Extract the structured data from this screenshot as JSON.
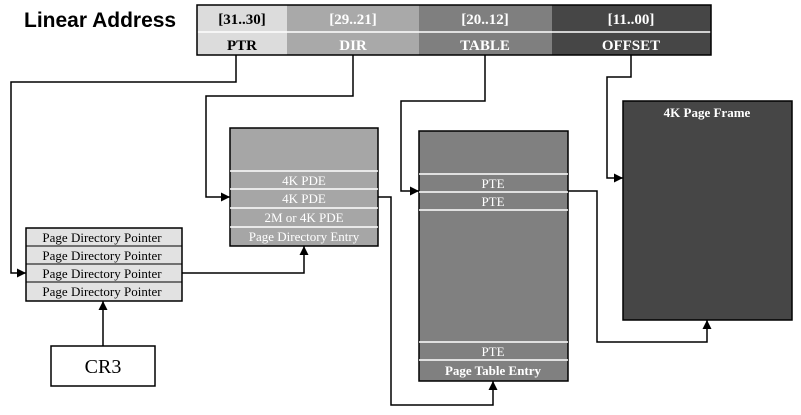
{
  "title": "Linear Address",
  "address_fields": [
    {
      "bits": "[31..30]",
      "name": "PTR",
      "fill": "#dcdcdc",
      "text_color": "#000000"
    },
    {
      "bits": "[29..21]",
      "name": "DIR",
      "fill": "#a9a9a9",
      "text_color": "#ffffff"
    },
    {
      "bits": "[20..12]",
      "name": "TABLE",
      "fill": "#7f7f7f",
      "text_color": "#ffffff"
    },
    {
      "bits": "[11..00]",
      "name": "OFFSET",
      "fill": "#464646",
      "text_color": "#ffffff"
    }
  ],
  "page_directory_pointer_table": {
    "fill": "#e2e2e2",
    "rows": [
      "Page Directory Pointer",
      "Page Directory Pointer",
      "Page Directory Pointer",
      "Page Directory Pointer"
    ]
  },
  "page_directory": {
    "fill": "#a6a6a6",
    "rows": [
      "4K PDE",
      "4K PDE",
      "2M or 4K PDE",
      "Page Directory Entry"
    ]
  },
  "page_table": {
    "fill": "#808080",
    "top_rows": [
      "PTE",
      "PTE"
    ],
    "bottom_rows": [
      "PTE",
      "Page Table Entry"
    ]
  },
  "page_frame": {
    "label": "4K Page Frame",
    "fill": "#464646"
  },
  "cr3": {
    "label": "CR3"
  },
  "colors": {
    "line": "#000000",
    "white": "#ffffff"
  }
}
